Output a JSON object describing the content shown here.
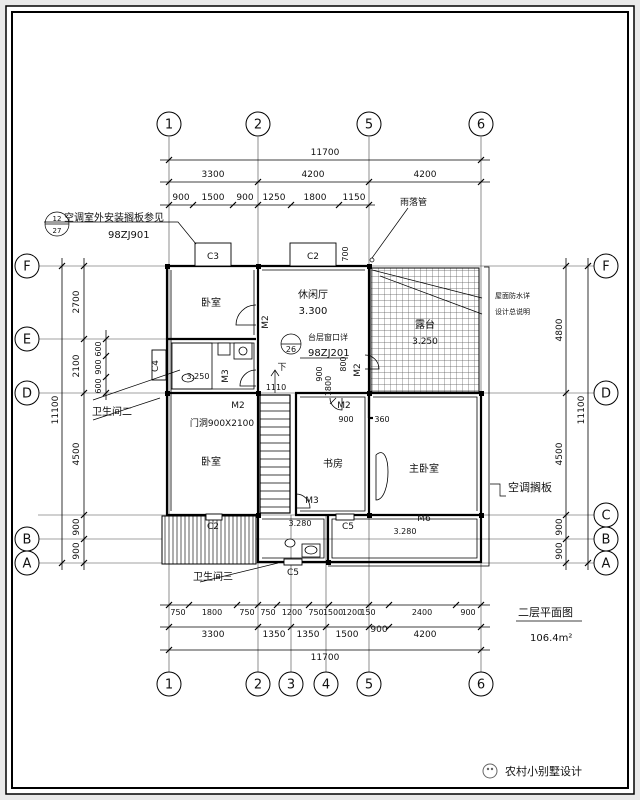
{
  "axes": {
    "top": [
      "1",
      "2",
      "5",
      "6"
    ],
    "bottom": [
      "1",
      "2",
      "3",
      "4",
      "5",
      "6"
    ],
    "left": [
      "F",
      "E",
      "D",
      "B",
      "A"
    ],
    "right": [
      "F",
      "D",
      "C",
      "B",
      "A"
    ]
  },
  "dims": {
    "top_total": "11700",
    "top_mid": [
      "3300",
      "4200",
      "4200"
    ],
    "top_inner": [
      "900",
      "1500",
      "900",
      "1250",
      "1800",
      "1150"
    ],
    "bottom_inner": [
      "750",
      "1800",
      "750",
      "750",
      "1200",
      "750",
      "1500",
      "1200",
      "150",
      "2400",
      "900"
    ],
    "bottom_mid": [
      "3300",
      "1350",
      "1350",
      "1500",
      "900",
      "4200"
    ],
    "bottom_total": "11700",
    "left_total": "11100",
    "left_parts": [
      "2700",
      "2100",
      "4500",
      "900",
      "900"
    ],
    "left_small": [
      "600",
      "900",
      "600"
    ],
    "right_total": "11100",
    "right_parts": [
      "4800",
      "4500",
      "900",
      "900"
    ],
    "misc": [
      "700",
      "1110",
      "360",
      "900",
      "900",
      "1800",
      "800"
    ]
  },
  "rooms": {
    "bedroom": "卧室",
    "lounge": "休闲厅",
    "lounge_level": "3.300",
    "terrace": "露台",
    "terrace_level": "3.250",
    "bath2": "卫生间二",
    "bath2_level": "3.250",
    "bedroom2": "卧室",
    "study": "书房",
    "master": "主卧室",
    "bath3": "卫生间三",
    "bath3_level": "3.280",
    "balcony_level": "3.280",
    "down": "下"
  },
  "labels": {
    "windows": [
      "C3",
      "C2",
      "C4",
      "C2",
      "C5",
      "C5"
    ],
    "doors": [
      "M2",
      "M2",
      "M3",
      "M2",
      "M2",
      "M3",
      "M6"
    ],
    "door_note": "门洞900X2100",
    "ac_note": "空调室外安装搁板参见",
    "ac_ref_top": "12",
    "ac_ref_bottom": "27",
    "ac_std": "98ZJ901",
    "drain_pipe": "雨落管",
    "terrace_note1": "屋面防水详",
    "terrace_note2": "设计总说明",
    "window_ref": "台层窗口详",
    "window_ref_num": "26",
    "window_ref_std": "98ZJ201",
    "ac_shelf": "空调搁板",
    "plan_title": "二层平面图",
    "plan_area": "106.4m²",
    "watermark": "农村小别墅设计"
  }
}
